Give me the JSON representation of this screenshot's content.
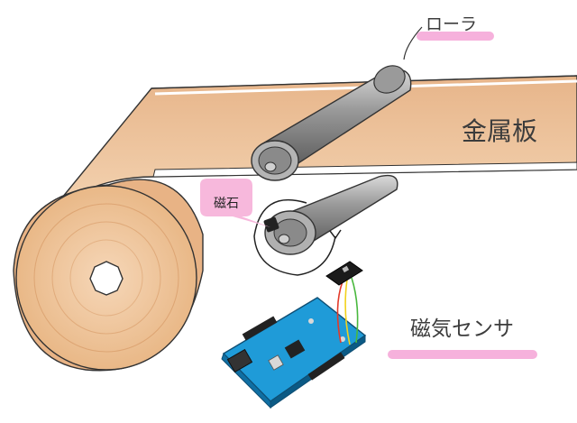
{
  "labels": {
    "roller": "ローラ",
    "metal_sheet": "金属板",
    "magnet": "磁石",
    "magnetic_sensor": "磁気センサ"
  },
  "colors": {
    "highlight": "#f5a3d6",
    "sheet_light": "#f1c9a0",
    "sheet_dark": "#d9965f",
    "roller": "#8c8c8c",
    "board": "#1f9bd8",
    "magnet_bubble": "#f7b8dc",
    "wire_red": "#e23a2a",
    "wire_yellow": "#f2d21b",
    "wire_green": "#49b83e"
  },
  "icons": {
    "rotation": "rotation-arrow-icon",
    "board": "microcontroller-board-icon",
    "sensor": "magnetic-sensor-module-icon"
  }
}
